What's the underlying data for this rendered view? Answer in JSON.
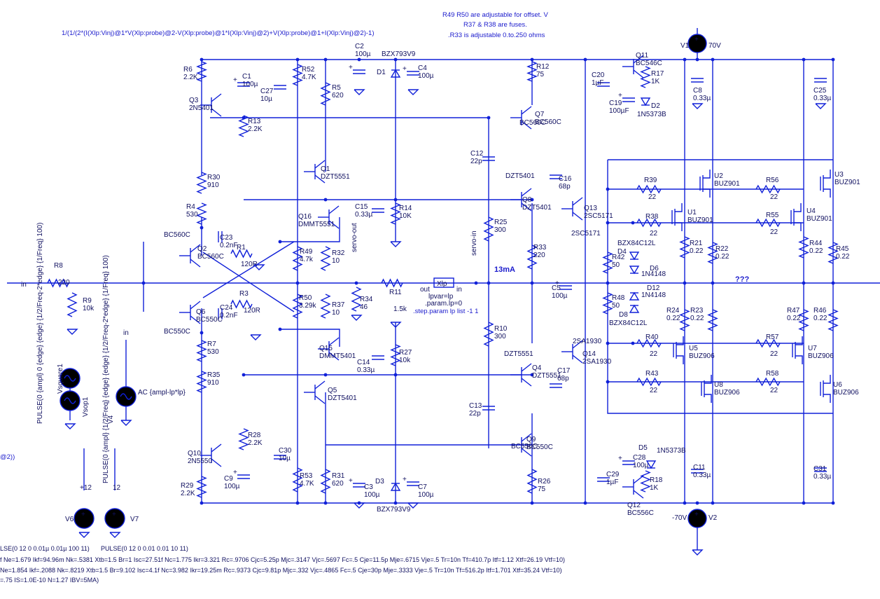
{
  "colors": {
    "background": "#ffffff",
    "wire": "#1020d8",
    "label": "#101060",
    "directive": "#1a1acc"
  },
  "directives": {
    "formula": "1/(1/(2*(I(Xlp:Vinj)@1*V(Xlp:probe)@2-V(Xlp:probe)@1*I(Xlp:Vinj)@2)+V(Xlp:probe)@1+I(Xlp:Vinj)@2)-1)",
    "note1": "R49 R50 are adjustable for offset. V",
    "note2": "R37 & R38 are fuses.",
    "note3": ".R33 is adjustable 0.to.250 ohms",
    "step": ".step.param lp list -1 1",
    "param": ".param.lp=0",
    "current": "13mA",
    "unknown": "???",
    "left_frag": "@2))",
    "pulse_a": "LSE(0 12 0 0.01µ 0.01µ 100 11)",
    "pulse_b": "PULSE(0 12 0 0.01 0.01 10 11)",
    "model1": "f  Ne=1.679 Ikf=94.96m Nk=.5381 Xtb=1.5 Br=1 Isc=27.51f Nc=1.775  Ikr=3.321 Rc=.9706 Cjc=5.25p Mjc=.3147 Vjc=.5697 Fc=.5  Cje=11.5p Mje=.6715 Vje=.5 Tr=10n Tf=410.7p Itf=1.12 Xtf=26.19  Vtf=10)",
    "model2": "Ne=1.854 Ikf=.2088 Nk=.8219 Xtb=1.5 Br=9.102 Isc=4.1f Nc=3.982  Ikr=19.25m Rc=.9373 Cjc=9.81p Mjc=.332 Vjc=.4865 Fc=.5 Cje=30p  Mje=.3333 Vje=.5 Tr=10n Tf=516.2p Itf=1.701 Xtf=35.24 Vtf=10)",
    "model3": "=.75 IS=1.0E-10 N=1.27 IBV=5MA)"
  },
  "flags": {
    "in": "in",
    "servo_out": "servo-out",
    "servo_in": "servo-in",
    "plus12a": "+12",
    "plus12b": "12"
  },
  "sources": {
    "V1": {
      "name": "V1",
      "value": "70V"
    },
    "V2": {
      "name": "V2",
      "value": "-70V"
    },
    "V6": "V6",
    "V7": "V7",
    "V4": "V4",
    "V4_value": "AC {ampl-lp*lp}",
    "Vsquare": "Vsquare1",
    "Vsop": "Vsop1",
    "pulse_v6": "PULSE(0 {ampl} 0 {edge} {edge} {1/2/Freq-2*edge} {1/Freq} 100)",
    "pulse_v7": "PULSE(0 {ampl} {1/2/Freq} {edge} {edge} {1/2/Freq-2*edge} {1/Freq} 100)"
  },
  "xlp": {
    "name": "Xlp",
    "pin_out": "out",
    "pin_in": "in",
    "param": "lpvar=lp"
  },
  "resistors": [
    [
      "R6",
      "2.2K"
    ],
    [
      "R13",
      "2.2K"
    ],
    [
      "R52",
      "4.7K"
    ],
    [
      "R5",
      "620"
    ],
    [
      "R30",
      "910"
    ],
    [
      "R4",
      "530"
    ],
    [
      "R8",
      "220"
    ],
    [
      "R9",
      "10k"
    ],
    [
      "R1",
      "120R"
    ],
    [
      "R3",
      "120R"
    ],
    [
      "R7",
      "530"
    ],
    [
      "R35",
      "910"
    ],
    [
      "R28",
      "2.2K"
    ],
    [
      "R29",
      "2.2K"
    ],
    [
      "R53",
      "4.7K"
    ],
    [
      "R31",
      "620"
    ],
    [
      "R49",
      "4.7k"
    ],
    [
      "R50",
      "3.29k"
    ],
    [
      "R32",
      "10"
    ],
    [
      "R37",
      "10"
    ],
    [
      "R34",
      "46"
    ],
    [
      "R11",
      "1.5k"
    ],
    [
      "R14",
      "10K"
    ],
    [
      "R27",
      "10k"
    ],
    [
      "R25",
      "300"
    ],
    [
      "R10",
      "300"
    ],
    [
      "R12",
      "75"
    ],
    [
      "R26",
      "75"
    ],
    [
      "R33",
      "220"
    ],
    [
      "R17",
      "1K"
    ],
    [
      "R18",
      "1K"
    ],
    [
      "R42",
      "50"
    ],
    [
      "R48",
      "50"
    ],
    [
      "R39",
      "22"
    ],
    [
      "R38",
      "22"
    ],
    [
      "R40",
      "22"
    ],
    [
      "R43",
      "22"
    ],
    [
      "R56",
      "22"
    ],
    [
      "R55",
      "22"
    ],
    [
      "R57",
      "22"
    ],
    [
      "R58",
      "22"
    ],
    [
      "R21",
      "0.22"
    ],
    [
      "R22",
      "0.22"
    ],
    [
      "R24",
      "0.22"
    ],
    [
      "R23",
      "0.22"
    ],
    [
      "R44",
      "0.22"
    ],
    [
      "R45",
      "0.22"
    ],
    [
      "R47",
      "0.22"
    ],
    [
      "R46",
      "0.22"
    ]
  ],
  "capacitors": [
    [
      "C2",
      "100µ"
    ],
    [
      "C1",
      "100µ"
    ],
    [
      "C27",
      "10µ"
    ],
    [
      "C4",
      "100µ"
    ],
    [
      "C23",
      "0.2nF"
    ],
    [
      "C24",
      "0.2nF"
    ],
    [
      "C15",
      "0.33µ"
    ],
    [
      "C14",
      "0.33µ"
    ],
    [
      "C30",
      "10µ"
    ],
    [
      "C9",
      "100µ"
    ],
    [
      "C3",
      "100µ"
    ],
    [
      "C7",
      "100µ"
    ],
    [
      "C12",
      "22p"
    ],
    [
      "C13",
      "22p"
    ],
    [
      "C16",
      "68p"
    ],
    [
      "C17",
      "68p"
    ],
    [
      "C5",
      "100µ"
    ],
    [
      "C20",
      "1µF"
    ],
    [
      "C19",
      "100µF"
    ],
    [
      "C8",
      "0.33µ"
    ],
    [
      "C25",
      "0.33µ"
    ],
    [
      "C29",
      "1µF"
    ],
    [
      "C28",
      "100µ"
    ],
    [
      "C11",
      "0.33µ"
    ],
    [
      "C31",
      "0.33µ"
    ]
  ],
  "transistors": [
    [
      "Q3",
      "2N5401"
    ],
    [
      "Q1",
      "DZT5551"
    ],
    [
      "Q2",
      "BC560C"
    ],
    [
      "Q6",
      "BC550C"
    ],
    [
      "Q16",
      "DMMT5551"
    ],
    [
      "Q15",
      "DMMT5401"
    ],
    [
      "Q5",
      "DZT5401"
    ],
    [
      "Q10",
      "2N5550"
    ],
    [
      "Q7",
      "BC560C"
    ],
    [
      "Q8",
      "DZT5401"
    ],
    [
      "Q4",
      "DZT5551"
    ],
    [
      "Q9",
      "BC550C"
    ],
    [
      "Q13",
      "2SC5171"
    ],
    [
      "Q14",
      "2SA1930"
    ],
    [
      "Q11",
      "BC546C"
    ],
    [
      "Q12",
      "BC556C"
    ]
  ],
  "mosfets": [
    [
      "U2",
      "BUZ901"
    ],
    [
      "U1",
      "BUZ901"
    ],
    [
      "U3",
      "BUZ901"
    ],
    [
      "U4",
      "BUZ901"
    ],
    [
      "U5",
      "BUZ906"
    ],
    [
      "U8",
      "BUZ906"
    ],
    [
      "U7",
      "BUZ906"
    ],
    [
      "U6",
      "BUZ906"
    ]
  ],
  "diodes": [
    [
      "D1",
      "BZX793V9"
    ],
    [
      "D3",
      "BZX793V9"
    ],
    [
      "D2",
      "1N5373B"
    ],
    [
      "D5",
      "1N5373B"
    ],
    [
      "D4",
      "BZX84C12L"
    ],
    [
      "D8",
      "BZX84C12L"
    ],
    [
      "D6",
      "1N4148"
    ],
    [
      "D12",
      "1N4148"
    ]
  ]
}
